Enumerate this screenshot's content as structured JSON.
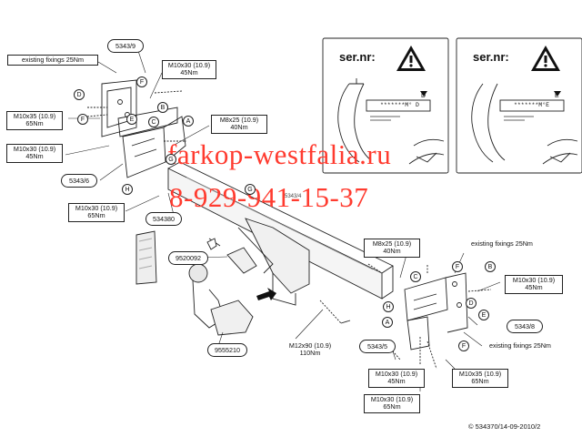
{
  "watermark": {
    "line1": "farkop-westfalia.ru",
    "line2": "8-929-941-15-37",
    "color": "#ff3b2f"
  },
  "serial_panels": [
    {
      "title": "ser.nr:",
      "plate_text": "*******M° D",
      "arrow_letter": "D"
    },
    {
      "title": "ser.nr:",
      "plate_text": "*******M°E",
      "arrow_letter": "E"
    }
  ],
  "left_group": {
    "part_5343_9": "5343/9",
    "existing_fixings": "existing fixings 25Nm",
    "m10x30_top": {
      "spec": "M10x30 (10.9)",
      "torque": "45Nm"
    },
    "m10x35": {
      "spec": "M10x35 (10.9)",
      "torque": "65Nm"
    },
    "m10x30_mid": {
      "spec": "M10x30 (10.9)",
      "torque": "45Nm"
    },
    "m8x25": {
      "spec": "M8x25 (10.9)",
      "torque": "40Nm"
    },
    "part_5343_6": "5343/6",
    "m10x30_low": {
      "spec": "M10x30 (10.9)",
      "torque": "65Nm"
    },
    "part_534380": "534380"
  },
  "center_group": {
    "part_9520092": "9520092",
    "part_9555210": "9555210",
    "m12x90": {
      "spec": "M12x90 (10.9)",
      "torque": "110Nm"
    },
    "beam_label": "5343/4"
  },
  "right_group": {
    "m8x25": {
      "spec": "M8x25 (10.9)",
      "torque": "40Nm"
    },
    "existing_fixings_top": "existing fixings 25Nm",
    "m10x30_right": {
      "spec": "M10x30 (10.9)",
      "torque": "45Nm"
    },
    "part_5343_5": "5343/5",
    "part_5343_8": "5343/8",
    "existing_fixings_bottom": "existing fixings 25Nm",
    "m10x30_a": {
      "spec": "M10x30 (10.9)",
      "torque": "45Nm"
    },
    "m10x35": {
      "spec": "M10x35 (10.9)",
      "torque": "65Nm"
    },
    "m10x30_b": {
      "spec": "M10x30 (10.9)",
      "torque": "65Nm"
    }
  },
  "letters": {
    "A": "A",
    "B": "B",
    "C": "C",
    "D": "D",
    "E": "E",
    "F": "F",
    "G": "G",
    "H": "H"
  },
  "copyright": "© 534370/14-09-2010/2"
}
